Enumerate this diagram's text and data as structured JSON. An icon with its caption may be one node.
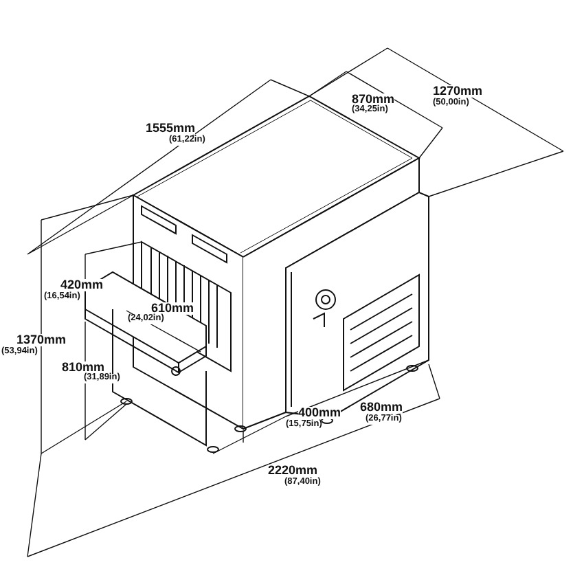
{
  "diagram": {
    "labels": [
      "1555mm",
      "(61,22in)",
      "870mm",
      "(34,25in)",
      "1270mm",
      "(50,00in)",
      "420mm",
      "(16,54in)",
      "610mm",
      "(24,02in)",
      "1370mm",
      "(53,94in)",
      "810mm",
      "(31,89in)",
      "400mm",
      "(15,75in)",
      "680mm",
      "(26,77in)",
      "2220mm",
      "(87,40in)"
    ]
  }
}
